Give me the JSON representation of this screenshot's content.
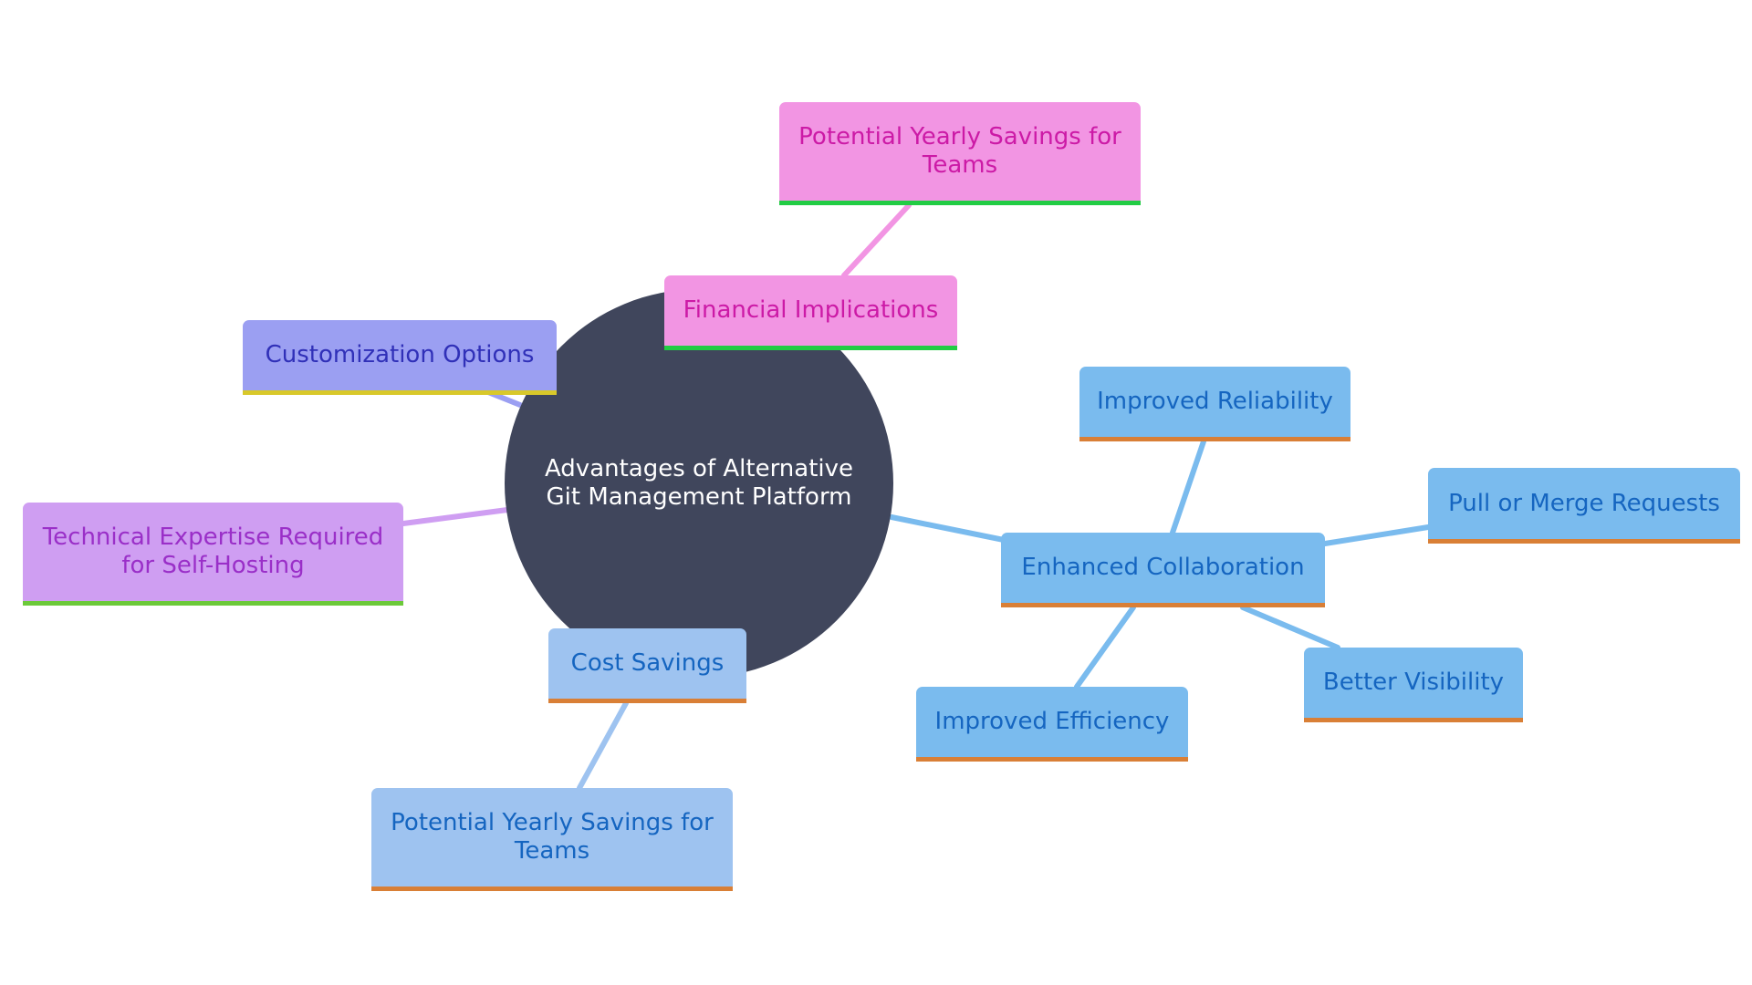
{
  "diagram": {
    "center": {
      "label": "Advantages of Alternative Git Management Platform"
    },
    "branches": {
      "enhanced_collaboration": {
        "label": "Enhanced Collaboration",
        "children": [
          "Improved Reliability",
          "Pull or Merge Requests",
          "Better Visibility",
          "Improved Efficiency"
        ]
      },
      "cost_savings": {
        "label": "Cost Savings",
        "children": [
          "Potential Yearly Savings for Teams"
        ]
      },
      "financial_implications": {
        "label": "Financial Implications",
        "children": [
          "Potential Yearly Savings for Teams"
        ]
      },
      "customization_options": {
        "label": "Customization Options"
      },
      "technical_expertise": {
        "label": "Technical Expertise Required for Self-Hosting"
      }
    },
    "colors": {
      "hub": "#40465c",
      "collaboration_box": "#7abbee",
      "cost_box": "#9ec3f0",
      "financial_box": "#f295e3",
      "customization_box": "#9b9ff2",
      "technical_box": "#cf9ef2"
    }
  }
}
